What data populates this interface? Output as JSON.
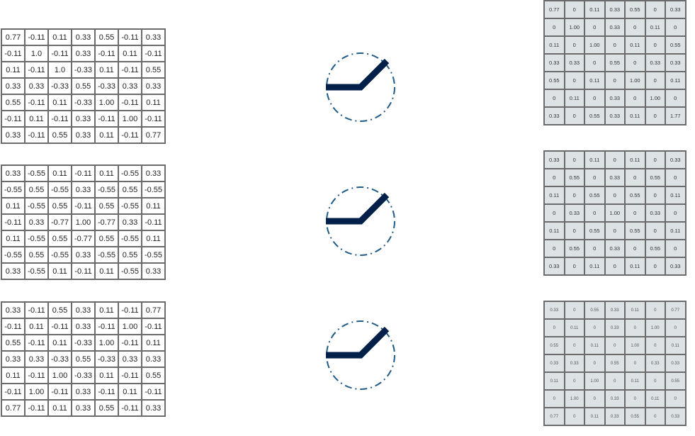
{
  "diagram": {
    "title": "ReLU applied to convolution feature maps",
    "operation_icon": "relu-activation-icon",
    "colors": {
      "relu_line": "#00204a",
      "circle_outline": "#1f5b86",
      "output_cell_bg": "#dde2e4",
      "grid_border": "#6b6b6b"
    },
    "inputs": [
      {
        "rows": [
          [
            "0.77",
            "-0.11",
            "0.11",
            "0.33",
            "0.55",
            "-0.11",
            "0.33"
          ],
          [
            "-0.11",
            "1.0",
            "-0.11",
            "0.33",
            "-0.11",
            "0.11",
            "-0.11"
          ],
          [
            "0.11",
            "-0.11",
            "1.0",
            "-0.33",
            "0.11",
            "-0.11",
            "0.55"
          ],
          [
            "0.33",
            "0.33",
            "-0.33",
            "0.55",
            "-0.33",
            "0.33",
            "0.33"
          ],
          [
            "0.55",
            "-0.11",
            "0.11",
            "-0.33",
            "1.00",
            "-0.11",
            "0.11"
          ],
          [
            "-0.11",
            "0.11",
            "-0.11",
            "0.33",
            "-0.11",
            "1.00",
            "-0.11"
          ],
          [
            "0.33",
            "-0.11",
            "0.55",
            "0.33",
            "0.11",
            "-0.11",
            "0.77"
          ]
        ]
      },
      {
        "rows": [
          [
            "0.33",
            "-0.55",
            "0.11",
            "-0.11",
            "0.11",
            "-0.55",
            "0.33"
          ],
          [
            "-0.55",
            "0.55",
            "-0.55",
            "0.33",
            "-0.55",
            "0.55",
            "-0.55"
          ],
          [
            "0.11",
            "-0.55",
            "0.55",
            "-0.11",
            "0.55",
            "-0.55",
            "0.11"
          ],
          [
            "-0.11",
            "0.33",
            "-0.77",
            "1.00",
            "-0.77",
            "0.33",
            "-0.11"
          ],
          [
            "0.11",
            "-0.55",
            "0.55",
            "-0.77",
            "0.55",
            "-0.55",
            "0.11"
          ],
          [
            "-0.55",
            "0.55",
            "-0.55",
            "0.33",
            "-0.55",
            "0.55",
            "-0.55"
          ],
          [
            "0.33",
            "-0.55",
            "0.11",
            "-0.11",
            "0.11",
            "-0.55",
            "0.33"
          ]
        ]
      },
      {
        "rows": [
          [
            "0.33",
            "-0.11",
            "0.55",
            "0.33",
            "0.11",
            "-0.11",
            "0.77"
          ],
          [
            "-0.11",
            "0.11",
            "-0.11",
            "0.33",
            "-0.11",
            "1.00",
            "-0.11"
          ],
          [
            "0.55",
            "-0.11",
            "0.11",
            "-0.33",
            "1.00",
            "-0.11",
            "0.11"
          ],
          [
            "0.33",
            "0.33",
            "-0.33",
            "0.55",
            "-0.33",
            "0.33",
            "0.33"
          ],
          [
            "0.11",
            "-0.11",
            "1.00",
            "-0.33",
            "0.11",
            "-0.11",
            "0.55"
          ],
          [
            "-0.11",
            "1.00",
            "-0.11",
            "0.33",
            "-0.11",
            "0.11",
            "-0.11"
          ],
          [
            "0.77",
            "-0.11",
            "0.11",
            "0.33",
            "0.55",
            "-0.11",
            "0.33"
          ]
        ]
      }
    ],
    "outputs": [
      {
        "rows": [
          [
            "0.77",
            "0",
            "0.11",
            "0.33",
            "0.55",
            "0",
            "0.33"
          ],
          [
            "0",
            "1.00",
            "0",
            "0.33",
            "0",
            "0.11",
            "0"
          ],
          [
            "0.11",
            "0",
            "1.00",
            "0",
            "0.11",
            "0",
            "0.55"
          ],
          [
            "0.33",
            "0.33",
            "0",
            "0.55",
            "0",
            "0.33",
            "0.33"
          ],
          [
            "0.55",
            "0",
            "0.11",
            "0",
            "1.00",
            "0",
            "0.11"
          ],
          [
            "0",
            "0.11",
            "0",
            "0.33",
            "0",
            "1.00",
            "0"
          ],
          [
            "0.33",
            "0",
            "0.55",
            "0.33",
            "0.11",
            "0",
            "1.77"
          ]
        ]
      },
      {
        "rows": [
          [
            "0.33",
            "0",
            "0.11",
            "0",
            "0.11",
            "0",
            "0.33"
          ],
          [
            "0",
            "0.55",
            "0",
            "0.33",
            "0",
            "0.55",
            "0"
          ],
          [
            "0.11",
            "0",
            "0.55",
            "0",
            "0.55",
            "0",
            "0.11"
          ],
          [
            "0",
            "0.33",
            "0",
            "1.00",
            "0",
            "0.33",
            "0"
          ],
          [
            "0.11",
            "0",
            "0.55",
            "0",
            "0.55",
            "0",
            "0.11"
          ],
          [
            "0",
            "0.55",
            "0",
            "0.33",
            "0",
            "0.55",
            "0"
          ],
          [
            "0.33",
            "0",
            "0.11",
            "0",
            "0.11",
            "0",
            "0.33"
          ]
        ]
      },
      {
        "rows": [
          [
            "0.33",
            "0",
            "0.55",
            "0.33",
            "0.11",
            "0",
            "0.77"
          ],
          [
            "0",
            "0.11",
            "0",
            "0.33",
            "0",
            "1.00",
            "0"
          ],
          [
            "0.55",
            "0",
            "0.11",
            "0",
            "1.00",
            "0",
            "0.11"
          ],
          [
            "0.33",
            "0.33",
            "0",
            "0.55",
            "0",
            "0.33",
            "0.33"
          ],
          [
            "0.11",
            "0",
            "1.00",
            "0",
            "0.11",
            "0",
            "0.55"
          ],
          [
            "0",
            "1.00",
            "0",
            "0.33",
            "0",
            "0.11",
            "0"
          ],
          [
            "0.77",
            "0",
            "0.11",
            "0.33",
            "0.55",
            "0",
            "0.33"
          ]
        ]
      }
    ]
  }
}
